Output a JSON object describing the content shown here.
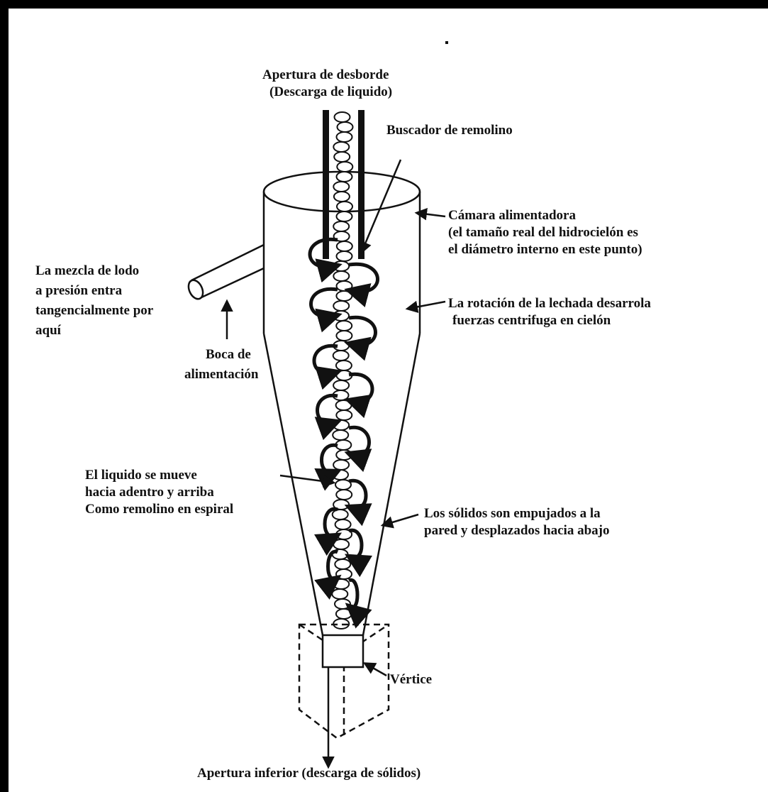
{
  "labels": {
    "overflow": [
      "Apertura de desborde",
      "(Descarga de liquido)"
    ],
    "vortex_finder": [
      "Buscador de remolino"
    ],
    "feed_chamber": [
      "Cámara alimentadora",
      "(el tamaño real del hidrocielón es",
      "el diámetro interno en este punto)"
    ],
    "slurry_mix": [
      "La mezcla de lodo",
      "a presión entra",
      "tangencialmente por",
      "aquí"
    ],
    "feed_inlet": [
      "Boca de",
      "alimentación"
    ],
    "rotation": [
      "La rotación de la lechada desarrola",
      "fuerzas centrifuga en cielón"
    ],
    "liquid_motion": [
      "El liquido se mueve",
      "hacia adentro y arriba",
      "Como remolino en espiral"
    ],
    "solids_motion": [
      "Los sólidos son empujados a la",
      "pared y desplazados hacia abajo"
    ],
    "apex": [
      "Vértice"
    ],
    "underflow": [
      "Apertura inferior (descarga de sólidos)"
    ]
  },
  "colors": {
    "line": "#111111",
    "background": "#ffffff",
    "border": "#000000"
  }
}
